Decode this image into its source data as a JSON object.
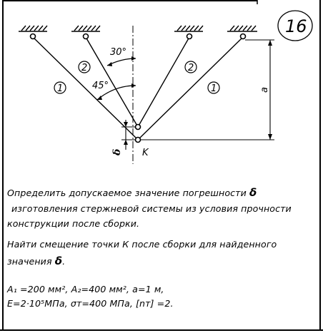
{
  "problem": {
    "number": "16",
    "labels": {
      "angle_30": "30°",
      "angle_45": "45°",
      "rod_1": "1",
      "rod_2": "2",
      "dim_a": "a",
      "point": "K",
      "gap": "δ"
    },
    "text": {
      "p1_line1": "Определить допускаемое значение погрешности",
      "delta": "δ",
      "p1_line2": "изготовления стержневой системы из условия прочности",
      "p1_line3": "конструкции после сборки.",
      "p2_line1": "Найти смещение точки К после сборки для найденного",
      "p2_line2": "значения",
      "p2_end": ".",
      "data_line1": "A₁ =200 мм², A₂=400 мм², a=1 м,",
      "data_line2": "E=2·10⁵МПа, σт=400 МПа, [nт] =2."
    }
  }
}
